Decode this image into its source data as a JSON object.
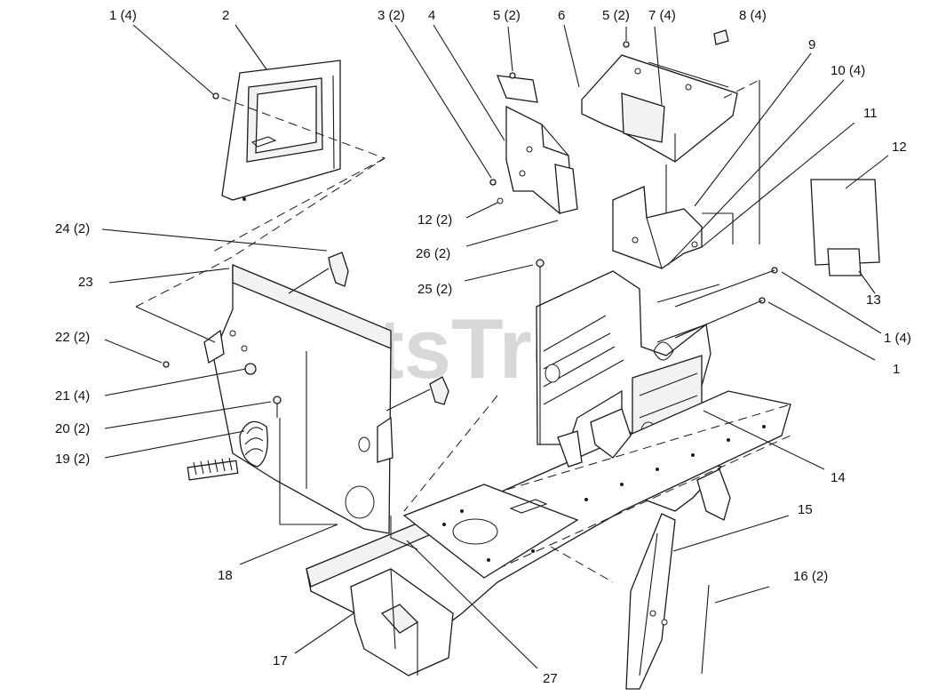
{
  "watermark": "PartsTree",
  "callouts": [
    {
      "id": "c1",
      "text": "1 (4)"
    },
    {
      "id": "c2",
      "text": "2"
    },
    {
      "id": "c3",
      "text": "3 (2)"
    },
    {
      "id": "c4",
      "text": "4"
    },
    {
      "id": "c5a",
      "text": "5 (2)"
    },
    {
      "id": "c6",
      "text": "6"
    },
    {
      "id": "c5b",
      "text": "5 (2)"
    },
    {
      "id": "c7",
      "text": "7 (4)"
    },
    {
      "id": "c8",
      "text": "8 (4)"
    },
    {
      "id": "c9",
      "text": "9"
    },
    {
      "id": "c10",
      "text": "10 (4)"
    },
    {
      "id": "c11",
      "text": "11"
    },
    {
      "id": "c12",
      "text": "12"
    },
    {
      "id": "c13",
      "text": "13"
    },
    {
      "id": "c1b",
      "text": "1 (4)"
    },
    {
      "id": "c1c",
      "text": "1"
    },
    {
      "id": "c14",
      "text": "14"
    },
    {
      "id": "c15",
      "text": "15"
    },
    {
      "id": "c16",
      "text": "16 (2)"
    },
    {
      "id": "c17",
      "text": "17"
    },
    {
      "id": "c18",
      "text": "18"
    },
    {
      "id": "c27",
      "text": "27"
    },
    {
      "id": "c12b",
      "text": "12 (2)"
    },
    {
      "id": "c26",
      "text": "26 (2)"
    },
    {
      "id": "c25",
      "text": "25 (2)"
    },
    {
      "id": "c24",
      "text": "24 (2)"
    },
    {
      "id": "c23",
      "text": "23"
    },
    {
      "id": "c22",
      "text": "22 (2)"
    },
    {
      "id": "c21",
      "text": "21 (4)"
    },
    {
      "id": "c20",
      "text": "20 (2)"
    },
    {
      "id": "c19",
      "text": "19 (2)"
    }
  ]
}
